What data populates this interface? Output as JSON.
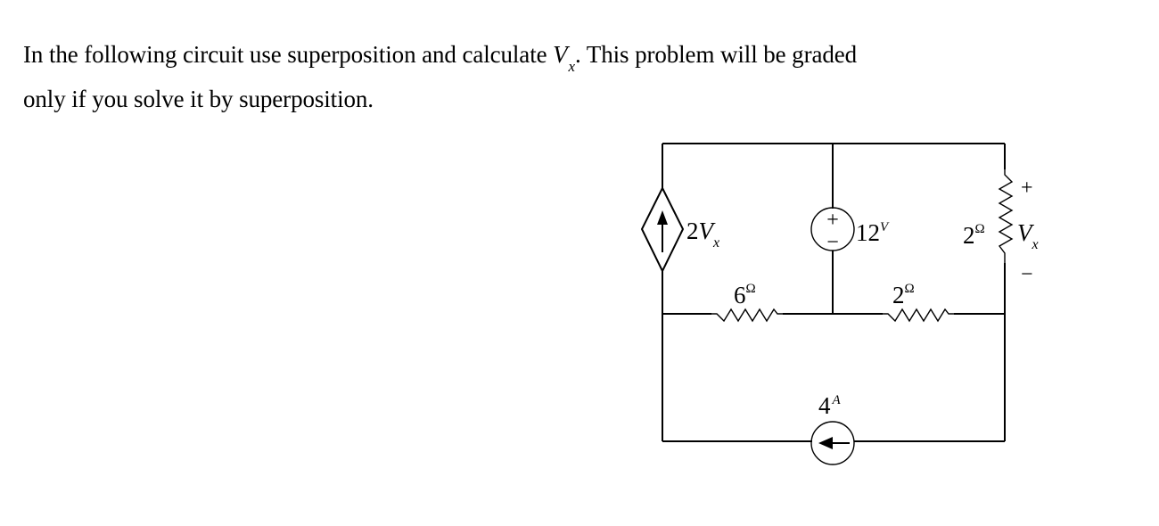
{
  "problem": {
    "line1_before": "In the following circuit use superposition and calculate",
    "variable": "V",
    "variable_subscript": "x",
    "line1_after": ". This problem will be graded",
    "line2": "only if you solve it by superposition."
  },
  "circuit": {
    "dependent_source": {
      "type": "dependent current source",
      "direction": "up",
      "label_coeff": "2",
      "label_var": "V",
      "label_sub": "x"
    },
    "voltage_source": {
      "value": "12",
      "unit": "V",
      "polarity_top": "+",
      "polarity_bottom": "−"
    },
    "resistor_6": {
      "value": "6",
      "unit": "Ω"
    },
    "resistor_2_bottom": {
      "value": "2",
      "unit": "Ω"
    },
    "resistor_2_right": {
      "value": "2",
      "unit": "Ω"
    },
    "vx_label": {
      "plus": "+",
      "var": "V",
      "sub": "x",
      "minus": "−"
    },
    "current_source": {
      "value": "4",
      "unit": "A",
      "direction": "left"
    }
  }
}
